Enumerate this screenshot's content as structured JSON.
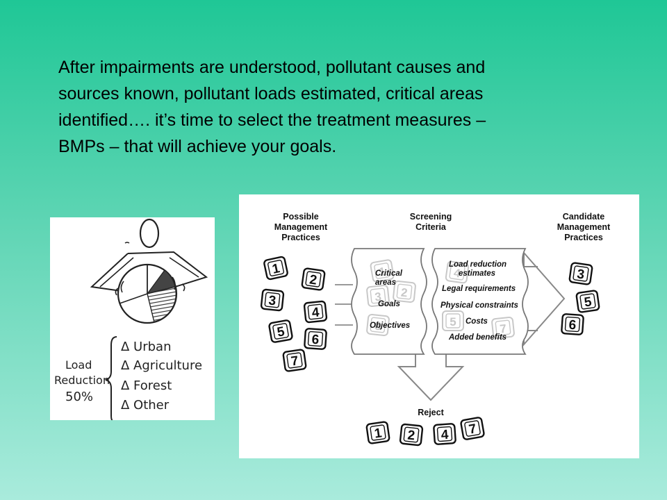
{
  "slide": {
    "text_lines": [
      "After impairments are understood, pollutant causes and",
      "sources known, pollutant loads estimated, critical areas",
      "identified…. it’s time to select the treatment measures –",
      "BMPs – that will achieve your goals."
    ]
  },
  "sketch": {
    "load_label_lines": [
      "Load",
      "Reduction",
      "50%"
    ],
    "categories": [
      "Δ Urban",
      "Δ Agriculture",
      "Δ Forest",
      "Δ Other"
    ]
  },
  "diagram": {
    "left_header": [
      "Possible",
      "Management",
      "Practices"
    ],
    "middle_header": [
      "Screening",
      "Criteria"
    ],
    "right_header": [
      "Candidate",
      "Management",
      "Practices"
    ],
    "criteria_left": [
      "Critical",
      "areas",
      "Goals",
      "Objectives"
    ],
    "criteria_right": [
      "Load reduction",
      "estimates",
      "Legal requirements",
      "Physical constraints",
      "Costs",
      "Added benefits"
    ],
    "possible_cards": [
      "1",
      "2",
      "3",
      "4",
      "5",
      "6",
      "7"
    ],
    "candidate_cards": [
      "3",
      "5",
      "6"
    ],
    "reject_label": "Reject",
    "reject_cards": [
      "1",
      "2",
      "4",
      "7"
    ],
    "ghost_cards": [
      "1",
      "2",
      "3",
      "4",
      "5",
      "6",
      "7"
    ]
  }
}
